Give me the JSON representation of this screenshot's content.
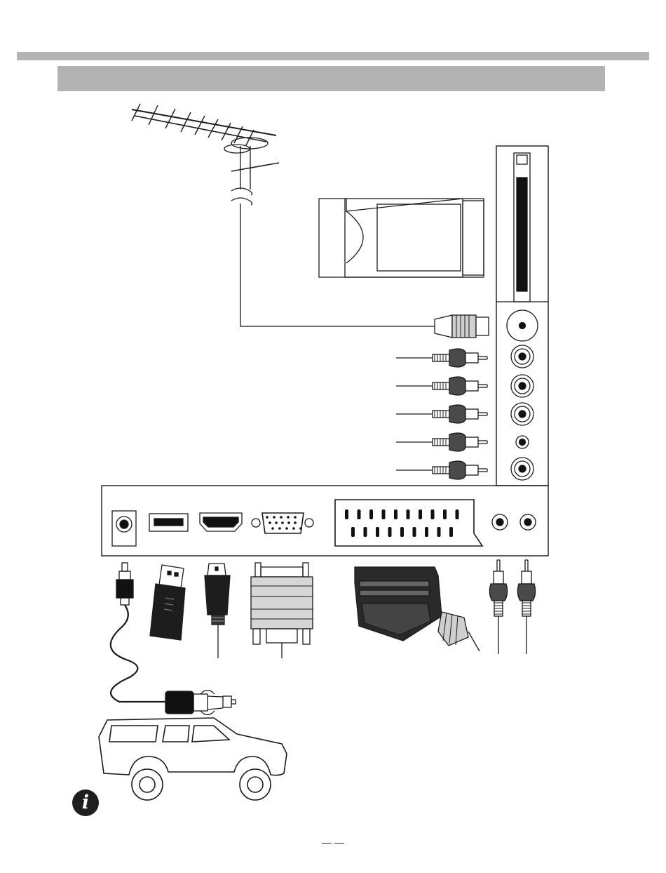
{
  "header": {
    "section_title": ""
  },
  "note": {
    "icon": "info-icon",
    "text": ""
  },
  "footer": {
    "marks": "—    —"
  },
  "diagram": {
    "top_panel_jacks": [
      "ci-card-slot",
      "rf-antenna-jack",
      "rca-jack",
      "rca-jack",
      "rca-jack",
      "mini-jack",
      "rca-jack"
    ],
    "bottom_panel_ports": [
      "dc-power-port",
      "usb-port",
      "hdmi-port",
      "vga-port",
      "scart-port",
      "rca-jack",
      "rca-jack"
    ],
    "cables": [
      "car-power-adapter-cable",
      "usb-stick",
      "hdmi-cable",
      "vga-cable",
      "scart-cable",
      "rca-cable",
      "rca-cable"
    ],
    "devices": [
      "tv-antenna",
      "ci-module-card",
      "car"
    ]
  }
}
